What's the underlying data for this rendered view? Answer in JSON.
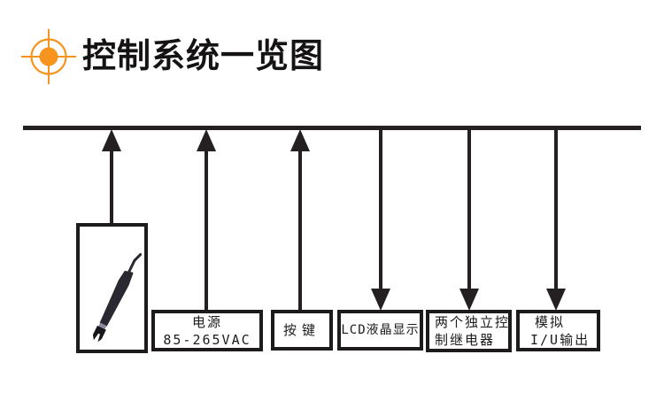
{
  "header": {
    "title": "控制系统一览图",
    "icon": "crosshair-target",
    "icon_color": "#F7941D"
  },
  "diagram": {
    "line_color": "#242021",
    "bus": "system-bus",
    "nodes": [
      {
        "id": "sensor",
        "graphic": "ph-electrode-probe",
        "arrow": "up",
        "lines": []
      },
      {
        "id": "power",
        "arrow": "up",
        "lines": [
          "电源",
          "85-265VAC"
        ]
      },
      {
        "id": "keys",
        "arrow": "up",
        "lines": [
          "按键"
        ]
      },
      {
        "id": "lcd",
        "arrow": "down",
        "lines": [
          "LCD液晶显示"
        ]
      },
      {
        "id": "relay",
        "arrow": "down",
        "lines": [
          "两个独立控",
          "制继电器"
        ]
      },
      {
        "id": "analog",
        "arrow": "down",
        "lines": [
          "模拟",
          "I/U输出"
        ]
      }
    ]
  }
}
